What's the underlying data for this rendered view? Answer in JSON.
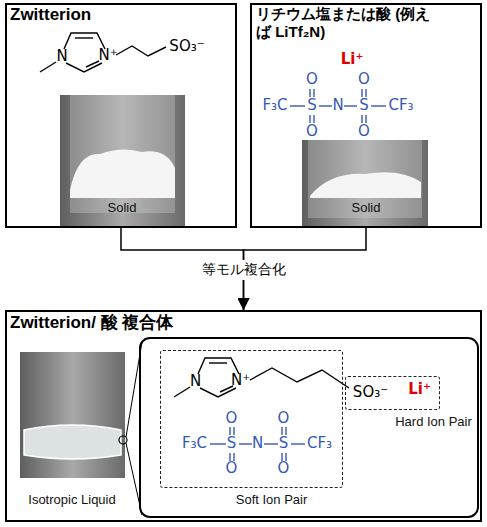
{
  "diagram": {
    "nodes": [
      {
        "text": [
          "Zwitterion",
          "N",
          "N⁺",
          "SO₃⁻",
          "Solid"
        ]
      },
      {
        "text": [
          "リチウム塩または酸 (例えば LiTf₂N)",
          "Li⁺",
          "F₃C",
          "S",
          "N",
          "S",
          "CF₃",
          "O",
          "O",
          "O",
          "O",
          "Solid"
        ]
      },
      {
        "text": [
          "Zwitterion/ 酸 複合体",
          "Isotropic Liquid"
        ]
      },
      {
        "text": [
          "N",
          "N⁺",
          "F₃C",
          "S",
          "N",
          "S",
          "CF₃",
          "O",
          "O",
          "O",
          "O",
          "Soft Ion Pair"
        ],
        "in": 2
      },
      {
        "text": [
          "SO₃⁻",
          "Li⁺",
          "Hard Ion Pair"
        ],
        "in": 2
      }
    ],
    "edges": [
      {
        "from": 0,
        "to": 2,
        "arrow": "to",
        "label": "等モル複合化"
      },
      {
        "from": 1,
        "to": 2,
        "arrow": "to"
      }
    ]
  }
}
